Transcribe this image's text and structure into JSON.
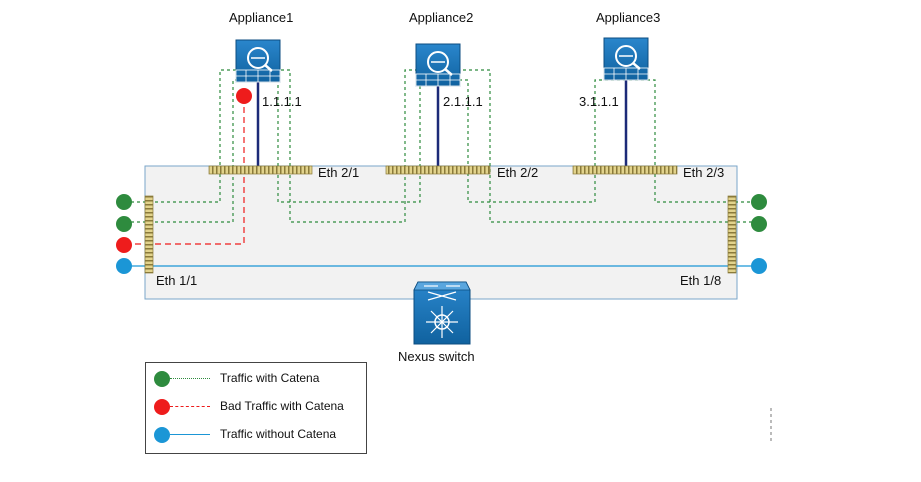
{
  "appliances": [
    {
      "name": "Appliance1",
      "ip": "1.1.1.1",
      "port": "Eth 2/1"
    },
    {
      "name": "Appliance2",
      "ip": "2.1.1.1",
      "port": "Eth 2/2"
    },
    {
      "name": "Appliance3",
      "ip": "3.1.1.1",
      "port": "Eth 2/3"
    }
  ],
  "switch": {
    "name": "Nexus  switch",
    "left_port": "Eth 1/1",
    "right_port": "Eth 1/8"
  },
  "legend": [
    {
      "label": "Traffic with Catena",
      "color": "#2e8b3e",
      "style": "dotted"
    },
    {
      "label": "Bad Traffic with Catena",
      "color": "#ee1c1c",
      "style": "dashed"
    },
    {
      "label": "Traffic without Catena",
      "color": "#1b96d6",
      "style": "solid"
    }
  ],
  "colors": {
    "appliance_blue": "#1670b8",
    "trunk_line": "#1c2a78",
    "green": "#2e8b3e",
    "red": "#ee1c1c",
    "cyan": "#1b96d6",
    "port_strip": "#c8b46a",
    "switch_fill": "#f2f2f2"
  }
}
